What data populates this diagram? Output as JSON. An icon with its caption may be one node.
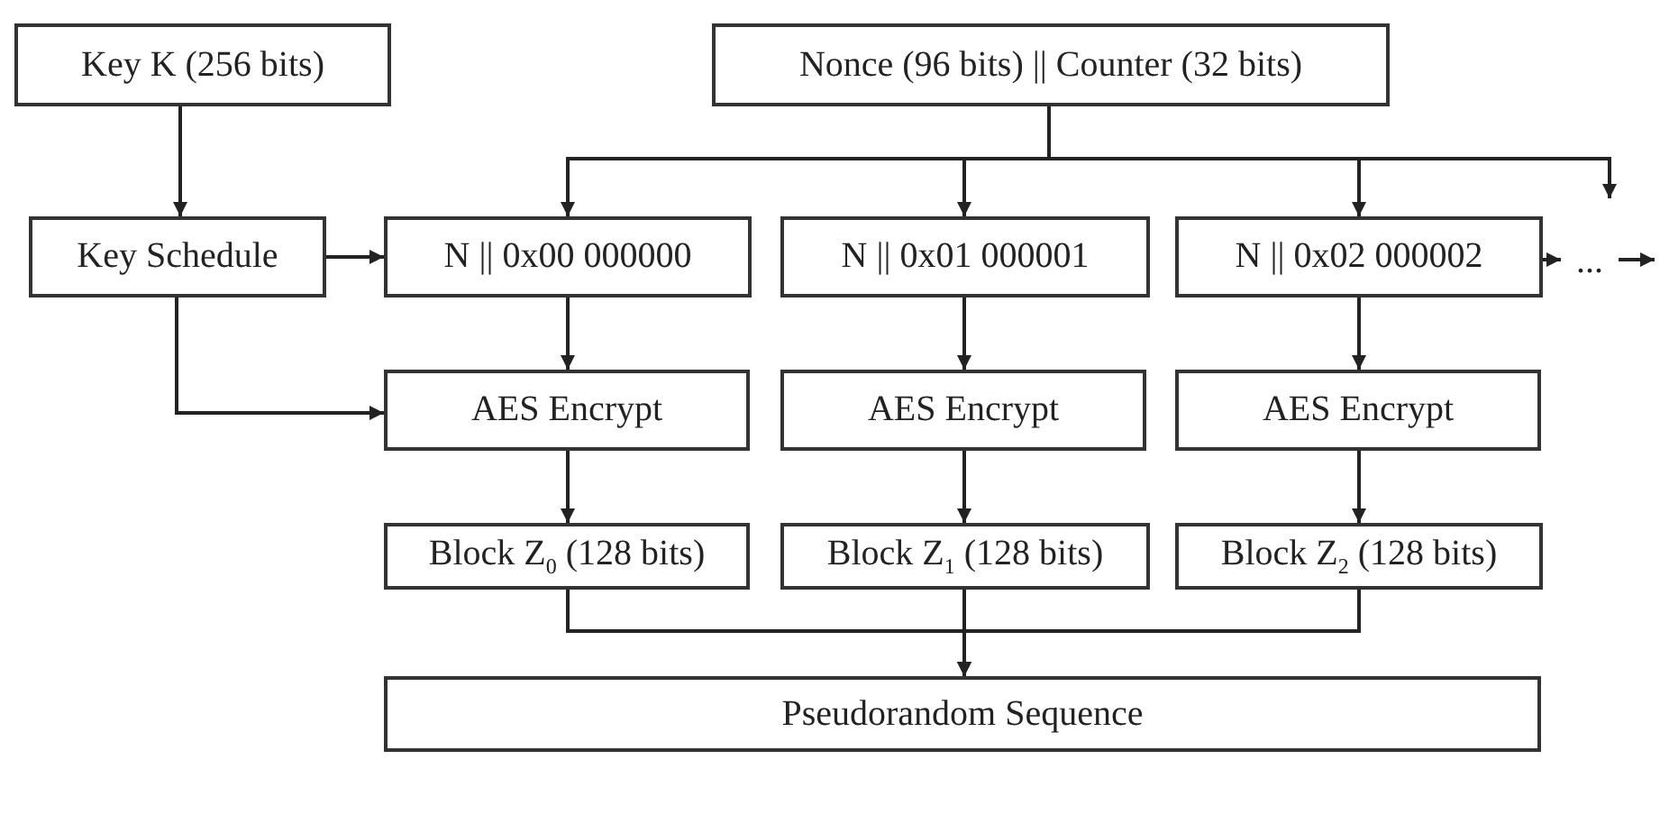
{
  "diagram": {
    "nodes": [
      {
        "text": [
          "Key K (256 bits)"
        ]
      },
      {
        "text": [
          "Nonce (96 bits) || Counter (32 bits)"
        ]
      },
      {
        "text": [
          "Key Schedule"
        ]
      },
      {
        "text": [
          "N || 0x00 000000"
        ]
      },
      {
        "text": [
          "N || 0x01 000001"
        ]
      },
      {
        "text": [
          "N || 0x02 000002"
        ]
      },
      {
        "text": [
          "..."
        ]
      },
      {
        "text": [
          "AES Encrypt"
        ]
      },
      {
        "text": [
          "AES Encrypt"
        ]
      },
      {
        "text": [
          "AES Encrypt"
        ]
      },
      {
        "text": [
          "Block Z$_{0}$ (128 bits)"
        ]
      },
      {
        "text": [
          "Block Z$_{1}$ (128 bits)"
        ]
      },
      {
        "text": [
          "Block Z$_{2}$ (128 bits)"
        ]
      },
      {
        "text": [
          "Pseudorandom Sequence"
        ]
      }
    ],
    "edges": [
      {
        "from": 0,
        "to": 2,
        "arrow": "to"
      },
      {
        "from": 2,
        "to": 3,
        "arrow": "to"
      },
      {
        "from": 2,
        "to": 7,
        "arrow": "to"
      },
      {
        "from": 1,
        "to": 3,
        "arrow": "to"
      },
      {
        "from": 1,
        "to": 4,
        "arrow": "to"
      },
      {
        "from": 1,
        "to": 5,
        "arrow": "to"
      },
      {
        "from": 1,
        "to": null,
        "arrow": "to"
      },
      {
        "from": 5,
        "to": 6,
        "arrow": "to"
      },
      {
        "from": 6,
        "to": null,
        "arrow": "to"
      },
      {
        "from": 3,
        "to": 7,
        "arrow": "to"
      },
      {
        "from": 4,
        "to": 8,
        "arrow": "to"
      },
      {
        "from": 5,
        "to": 9,
        "arrow": "to"
      },
      {
        "from": 7,
        "to": 10,
        "arrow": "to"
      },
      {
        "from": 8,
        "to": 11,
        "arrow": "to"
      },
      {
        "from": 9,
        "to": 12,
        "arrow": "to"
      },
      {
        "from": 10,
        "to": 13,
        "arrow": "to"
      },
      {
        "from": 11,
        "to": 13,
        "arrow": "to"
      },
      {
        "from": 12,
        "to": 13,
        "arrow": "to"
      }
    ]
  }
}
